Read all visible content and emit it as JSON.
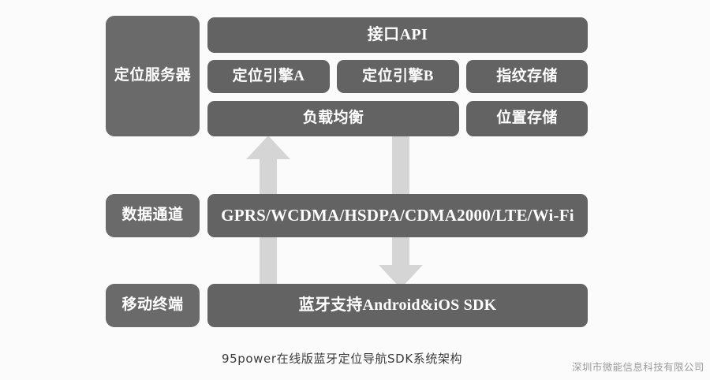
{
  "diagram": {
    "title_caption": "95power在线版蓝牙定位导航SDK系统架构",
    "footer_company": "深圳市微能信息科技有限公司",
    "colors": {
      "background": "#fbfbfb",
      "box_fill": "#636363",
      "label_fill": "#6a6a6a",
      "box_text": "#ffffff",
      "arrow_fill": "#d5d5d5",
      "caption_text": "#3b3b3b",
      "footer_text": "#9a9a9a"
    },
    "layers": [
      {
        "id": "positioning-server",
        "label": "定位服务器",
        "rows": [
          {
            "id": "api-row",
            "cells": [
              {
                "id": "api",
                "label": "接口API"
              }
            ]
          },
          {
            "id": "engine-row",
            "cells": [
              {
                "id": "engine-a",
                "label": "定位引擎A"
              },
              {
                "id": "engine-b",
                "label": "定位引擎B"
              },
              {
                "id": "fingerprint-store",
                "label": "指纹存储"
              }
            ]
          },
          {
            "id": "balance-row",
            "cells": [
              {
                "id": "load-balance",
                "label": "负载均衡"
              },
              {
                "id": "location-store",
                "label": "位置存储"
              }
            ]
          }
        ]
      },
      {
        "id": "data-channel",
        "label": "数据通道",
        "rows": [
          {
            "id": "channel-row",
            "cells": [
              {
                "id": "network-protocols",
                "label": "GPRS/WCDMA/HSDPA/CDMA2000/LTE/Wi-Fi"
              }
            ]
          }
        ]
      },
      {
        "id": "mobile-terminal",
        "label": "移动终端",
        "rows": [
          {
            "id": "sdk-row",
            "cells": [
              {
                "id": "bluetooth-sdk",
                "label": "蓝牙支持Android&iOS SDK"
              }
            ]
          }
        ]
      }
    ],
    "arrows": [
      {
        "id": "uplink-arrow",
        "direction": "up",
        "icon": "arrow-up-icon"
      },
      {
        "id": "downlink-arrow",
        "direction": "down",
        "icon": "arrow-down-icon"
      }
    ]
  }
}
